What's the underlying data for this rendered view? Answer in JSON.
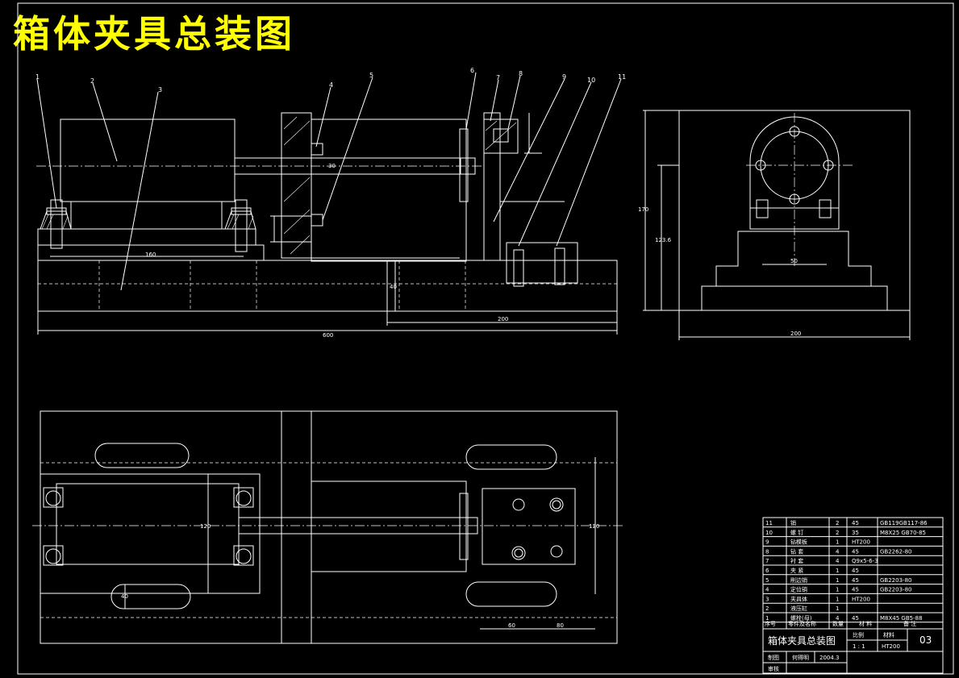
{
  "title": "箱体夹具总装图",
  "balloons": [
    "1",
    "2",
    "3",
    "4",
    "5",
    "6",
    "7",
    "8",
    "9",
    "10",
    "11"
  ],
  "dimensions": {
    "front_160": "160",
    "front_600": "600",
    "front_200": "200",
    "front_40": "40",
    "front_30": "30",
    "side_170": "170",
    "side_123_6": "123.6",
    "side_50": "50",
    "side_200": "200",
    "top_120a": "120",
    "top_120b": "120",
    "top_60": "60",
    "top_80": "80",
    "top_40": "40"
  },
  "bom": {
    "rows": [
      {
        "no": "11",
        "name": "销",
        "qty": "2",
        "mat": "45",
        "note": "GB119GB117-86"
      },
      {
        "no": "10",
        "name": "螺  钉",
        "qty": "2",
        "mat": "35",
        "note": "M8X25 GB70-85"
      },
      {
        "no": "9",
        "name": "钻模板",
        "qty": "1",
        "mat": "HT200",
        "note": ""
      },
      {
        "no": "8",
        "name": "钻  套",
        "qty": "4",
        "mat": "45",
        "note": "GB2262-80"
      },
      {
        "no": "7",
        "name": "衬  套",
        "qty": "4",
        "mat": "Q9x5-6-3",
        "note": ""
      },
      {
        "no": "6",
        "name": "夹  紧",
        "qty": "1",
        "mat": "45",
        "note": ""
      },
      {
        "no": "5",
        "name": "削边销",
        "qty": "1",
        "mat": "45",
        "note": "GB2203-80"
      },
      {
        "no": "4",
        "name": "定位销",
        "qty": "1",
        "mat": "45",
        "note": "GB2203-80"
      },
      {
        "no": "3",
        "name": "夹具体",
        "qty": "1",
        "mat": "HT200",
        "note": ""
      },
      {
        "no": "2",
        "name": "液压缸",
        "qty": "1",
        "mat": "",
        "note": ""
      },
      {
        "no": "1",
        "name": "螺栓(母)",
        "qty": "4",
        "mat": "45",
        "note": "M8X45 GB5-88"
      }
    ],
    "header": {
      "no": "序号",
      "name": "零件及名称",
      "qty": "数量",
      "mat": "材  料",
      "note": "备  注"
    },
    "drawing_name": "箱体夹具总装图",
    "scale_label": "比例",
    "material_label": "材料",
    "scale_value": "1 : 1",
    "material_value": "HT200",
    "sheet_no": "03",
    "drawn_label": "制图",
    "drawn_by": "何得明",
    "date": "2004.3",
    "check_label": "审核"
  }
}
